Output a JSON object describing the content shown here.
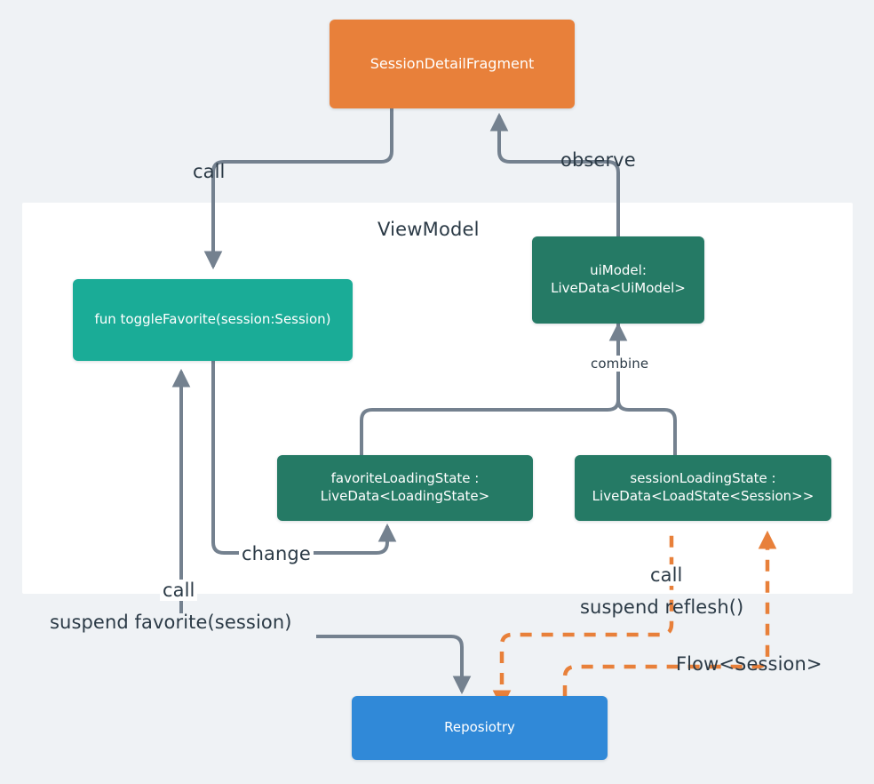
{
  "diagram": {
    "title_visible": false,
    "background_color": "#eff2f5",
    "panel": {
      "label": "ViewModel",
      "background_color": "#ffffff"
    },
    "colors": {
      "fragment": "#e8803a",
      "function": "#1aac97",
      "livedata": "#257a65",
      "repository": "#3089d8",
      "edge": "#74818f",
      "flow_edge": "#e8803a",
      "text_dark": "#2b3a46"
    },
    "nodes": [
      {
        "id": "fragment",
        "label": "SessionDetailFragment",
        "lines": [
          "SessionDetailFragment"
        ],
        "color": "#e8803a"
      },
      {
        "id": "toggle_favorite",
        "label": "fun toggleFavorite(session:Session)",
        "lines": [
          "fun toggleFavorite(session:Session)"
        ],
        "color": "#1aac97"
      },
      {
        "id": "ui_model",
        "label": "uiModel: LiveData<UiModel>",
        "lines": [
          "uiModel:",
          "LiveData<UiModel>"
        ],
        "color": "#257a65"
      },
      {
        "id": "favorite_loading_state",
        "label": "favoriteLoadingState : LiveData<LoadingState>",
        "lines": [
          "favoriteLoadingState :",
          "LiveData<LoadingState>"
        ],
        "color": "#257a65"
      },
      {
        "id": "session_loading_state",
        "label": "sessionLoadingState : LiveData<LoadState<Session>>",
        "lines": [
          "sessionLoadingState :",
          "LiveData<LoadState<Session>>"
        ],
        "color": "#257a65"
      },
      {
        "id": "repository",
        "label": "Reposiotry",
        "lines": [
          "Reposiotry"
        ],
        "color": "#3089d8"
      }
    ],
    "edge_labels": [
      {
        "id": "call_fragment_to_toggle",
        "text": "call"
      },
      {
        "id": "observe_uimodel_to_fragment",
        "text": "observe"
      },
      {
        "id": "combine_states_to_uimodel",
        "text": "combine"
      },
      {
        "id": "change_toggle_to_favorite_state",
        "text": "change"
      },
      {
        "id": "call_toggle_to_repository",
        "text": "call"
      },
      {
        "id": "suspend_favorite",
        "text": "suspend favorite(session)"
      },
      {
        "id": "call_session_state_to_repository",
        "text": "call"
      },
      {
        "id": "suspend_reflesh",
        "text": "suspend reflesh()"
      },
      {
        "id": "flow_session",
        "text": "Flow<Session>"
      }
    ]
  }
}
